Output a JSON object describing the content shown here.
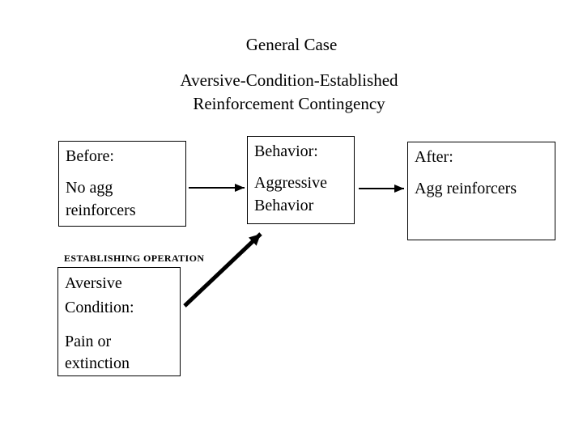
{
  "colors": {
    "background": "#ffffff",
    "text": "#000000",
    "border": "#000000",
    "arrow": "#000000"
  },
  "slide": {
    "title": "General Case",
    "subtitle_lines": [
      "Aversive-Condition-Established",
      "Reinforcement Contingency"
    ]
  },
  "diagram": {
    "before": {
      "heading": "Before:",
      "lines": [
        "No agg",
        "reinforcers"
      ]
    },
    "behavior": {
      "heading": "Behavior:",
      "lines": [
        "Aggressive",
        "Behavior"
      ]
    },
    "after": {
      "heading": "After:",
      "lines": [
        "Agg reinforcers"
      ]
    },
    "establishing_operation": {
      "caption": "ESTABLISHING OPERATION",
      "heading_lines": [
        "Aversive",
        "Condition:"
      ],
      "lines": [
        "Pain or",
        "extinction"
      ]
    },
    "arrows": [
      {
        "name": "before-to-behavior",
        "from": "before",
        "to": "behavior",
        "style": "thin-right"
      },
      {
        "name": "behavior-to-after",
        "from": "behavior",
        "to": "after",
        "style": "thin-right"
      },
      {
        "name": "establishing-operation-to-behavior",
        "from": "establishing_operation",
        "to": "behavior",
        "style": "thick-diagonal-up-right"
      }
    ]
  }
}
